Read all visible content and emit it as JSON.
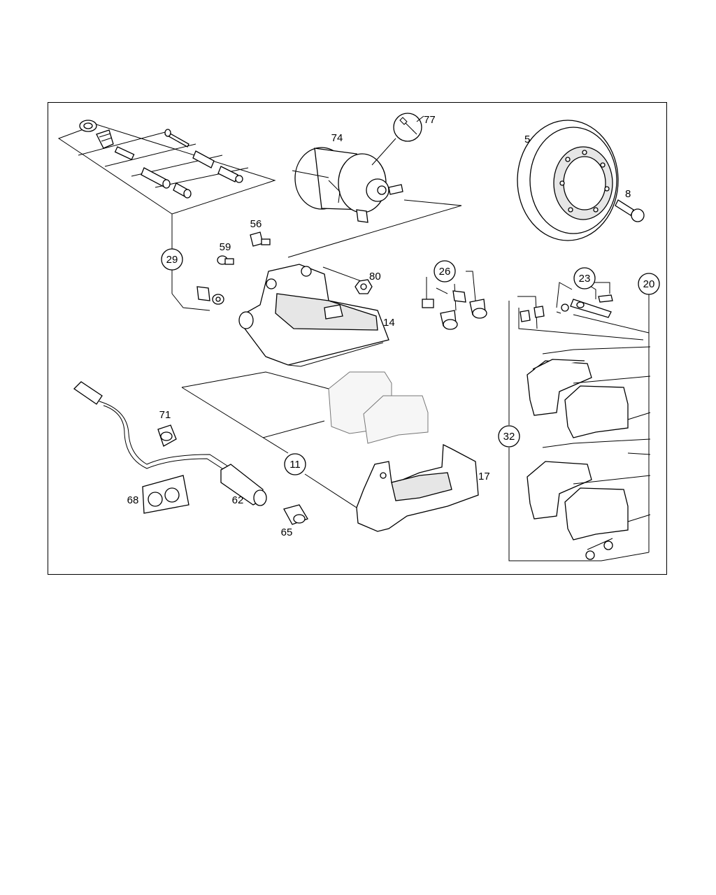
{
  "colors": {
    "line": "#000000",
    "background": "#ffffff",
    "faded": "#777777"
  },
  "callouts": {
    "c5": "5",
    "c8": "8",
    "c11": "11",
    "c14": "14",
    "c17": "17",
    "c20": "20",
    "c23": "23",
    "c26": "26",
    "c29": "29",
    "c32": "32",
    "c56": "56",
    "c59": "59",
    "c62": "62",
    "c65": "65",
    "c68": "68",
    "c71": "71",
    "c74": "74",
    "c77": "77",
    "c80": "80"
  },
  "icons": {
    "service_tool": "wrench-icon"
  }
}
